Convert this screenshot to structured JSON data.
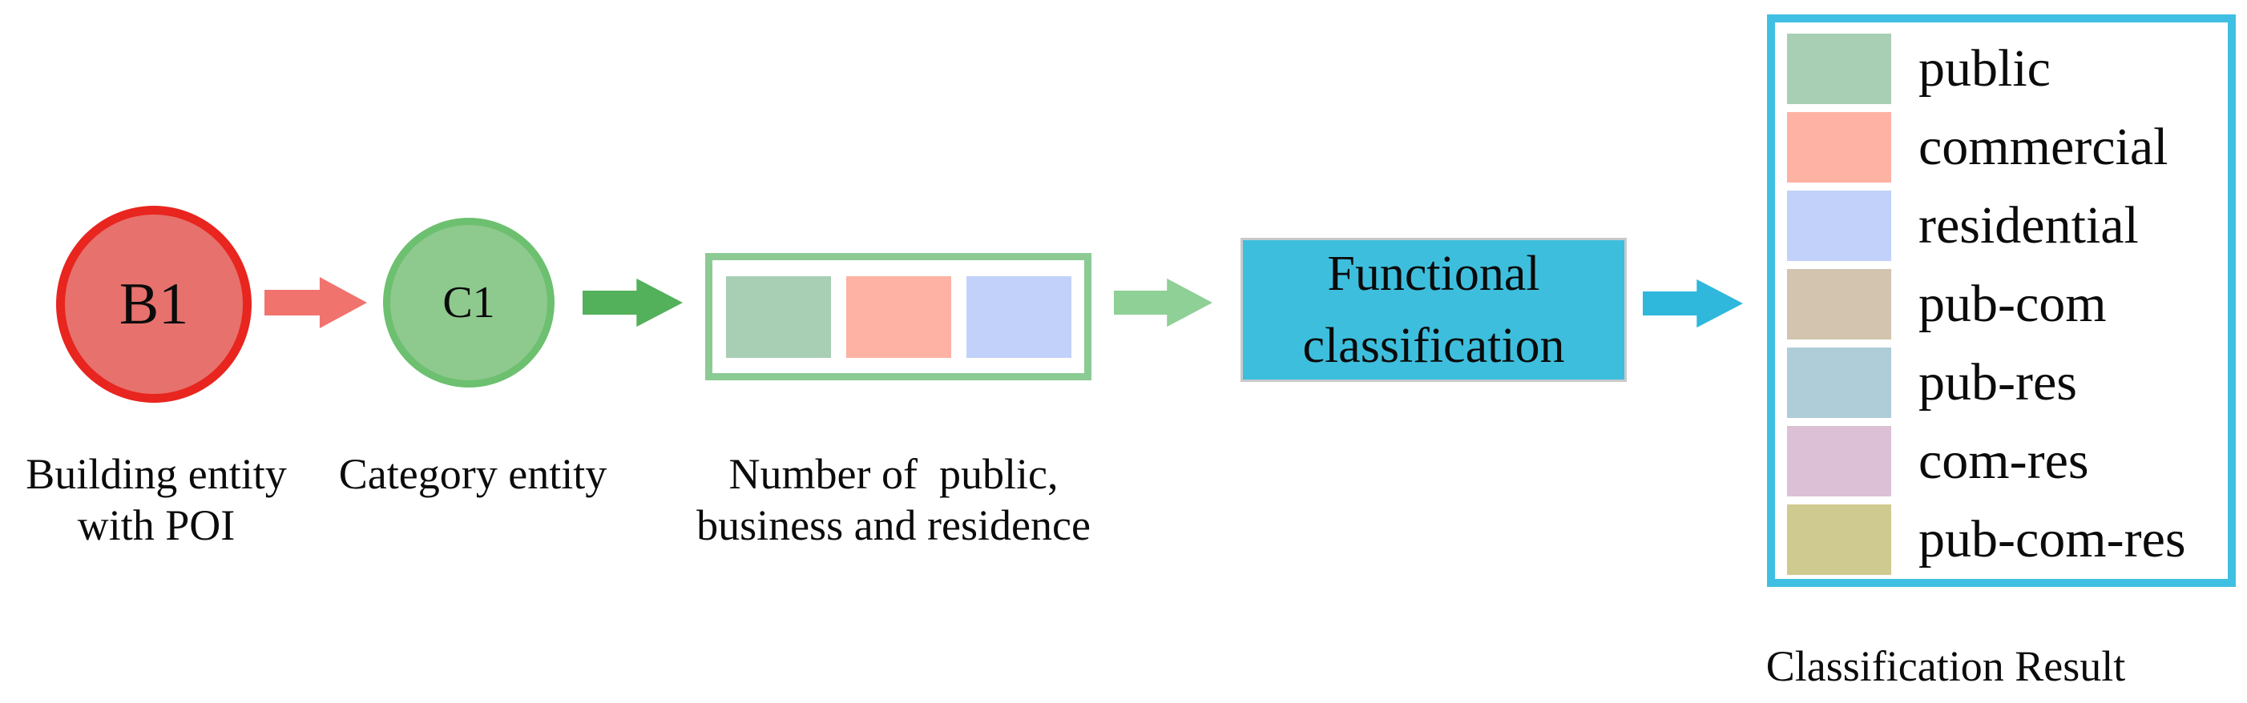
{
  "palette": {
    "red_border": "#e8251f",
    "red_fill": "#e7716d",
    "red_arrow": "#f0736e",
    "green_border": "#6cc06f",
    "green_fill": "#8ec98e",
    "green_arrow": "#53b05b",
    "count_box_border": "#8cca94",
    "light_green_arrow": "#8ed096",
    "cyan_fill": "#3ebedd",
    "cyan_arrow": "#2fb7dc",
    "legend_border": "#3fc0e2"
  },
  "nodes": {
    "building": {
      "label": "B1",
      "caption": "Building entity\nwith POI"
    },
    "category": {
      "label": "C1",
      "caption": "Category entity"
    },
    "count_box": {
      "caption": "Number of  public,\nbusiness and residence",
      "squares": [
        {
          "name": "public-count-square",
          "color": "#a8ceb3"
        },
        {
          "name": "business-count-square",
          "color": "#fdb2a3"
        },
        {
          "name": "residence-count-square",
          "color": "#c2d1f9"
        }
      ]
    },
    "classifier": {
      "label": "Functional\nclassification"
    }
  },
  "legend": {
    "items": [
      {
        "label": "public",
        "color": "#a8ceb3"
      },
      {
        "label": "commercial",
        "color": "#fdb2a3"
      },
      {
        "label": "residential",
        "color": "#c2d1f9"
      },
      {
        "label": "pub-com",
        "color": "#d2c4ae"
      },
      {
        "label": "pub-res",
        "color": "#aecdd8"
      },
      {
        "label": "com-res",
        "color": "#dcc0d5"
      },
      {
        "label": "pub-com-res",
        "color": "#cfca8f"
      }
    ],
    "caption": "Classification Result"
  }
}
